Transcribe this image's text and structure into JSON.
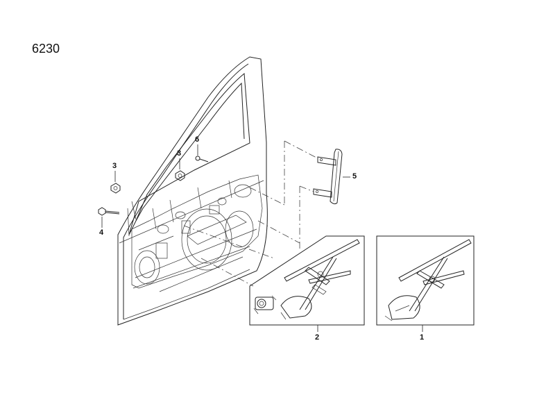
{
  "title": "6230",
  "callouts": {
    "c1": "1",
    "c2": "2",
    "c3a": "3",
    "c3b": "3",
    "c4": "4",
    "c5": "5",
    "c6": "6"
  }
}
